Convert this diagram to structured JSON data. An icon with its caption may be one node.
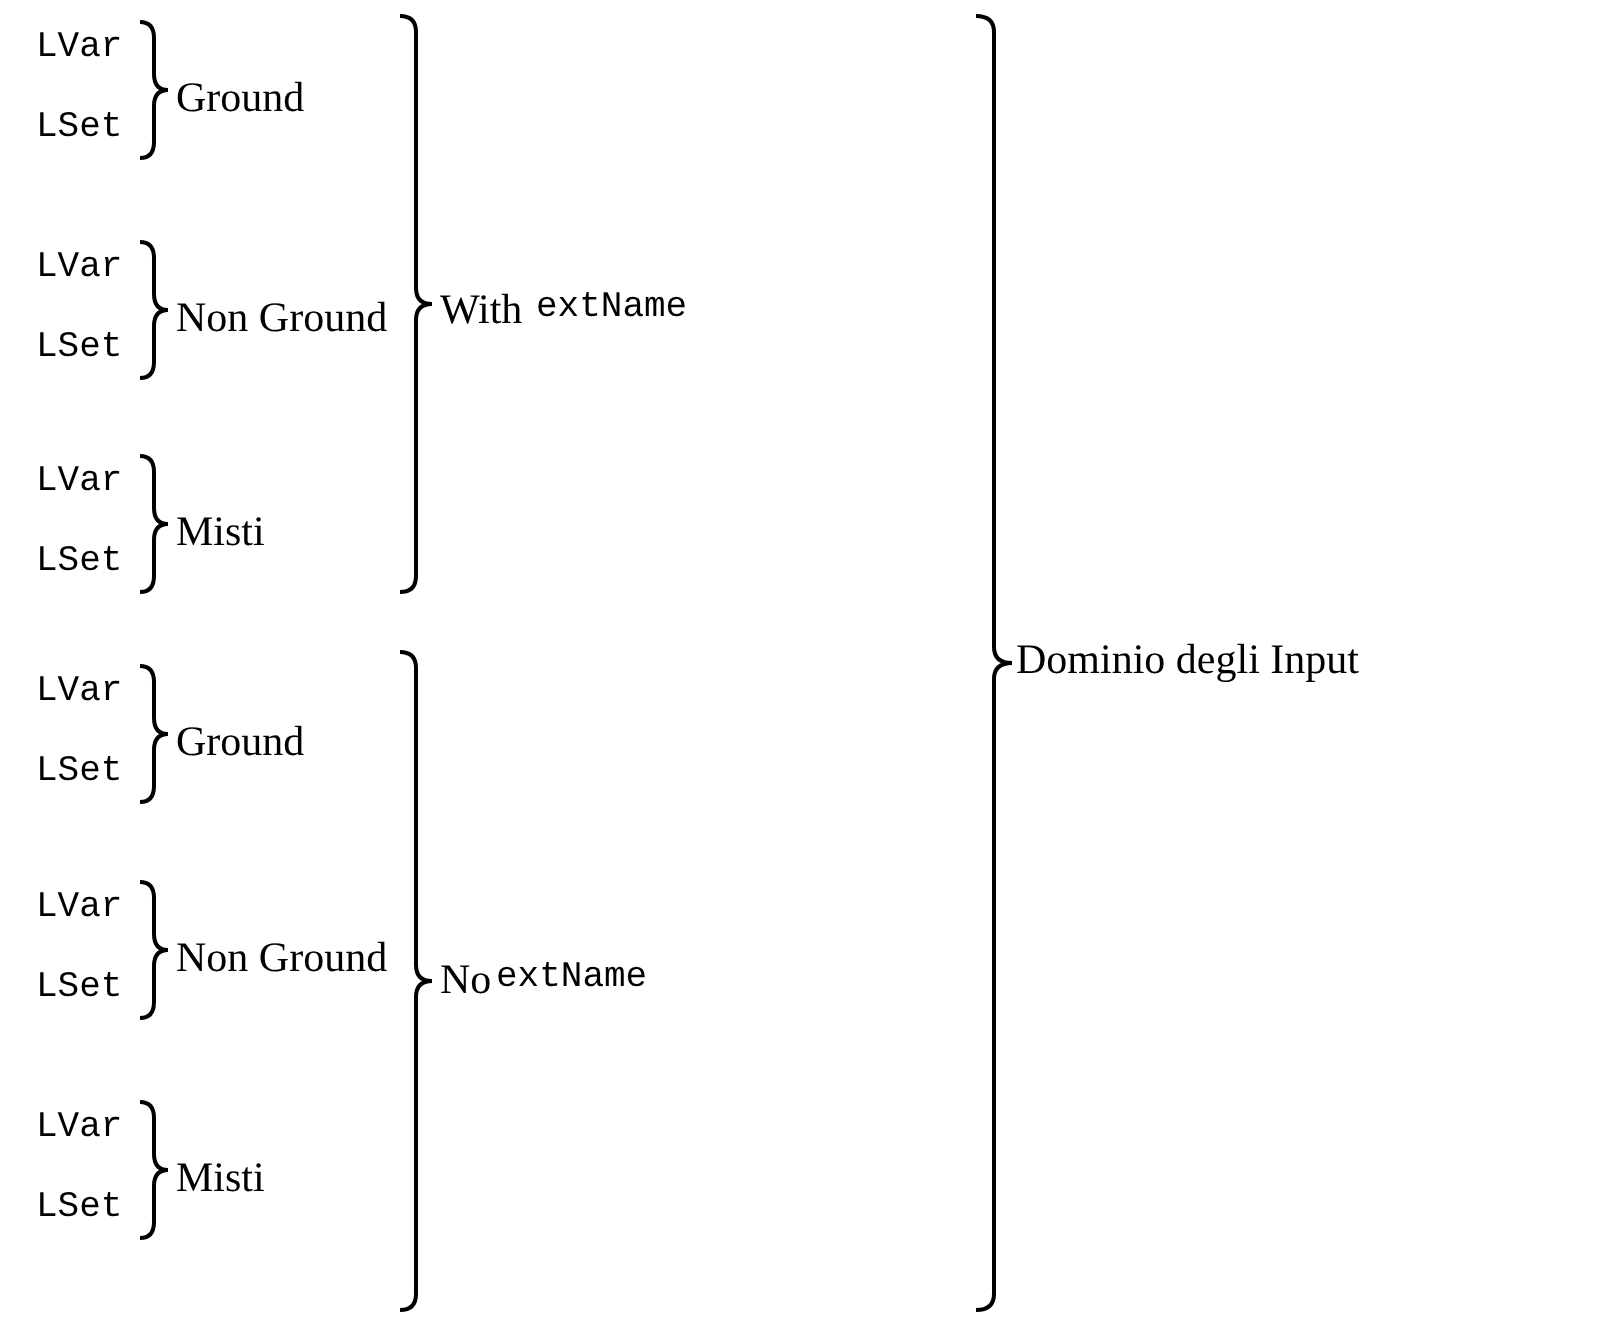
{
  "diagram": {
    "labels": [
      "LVar",
      "LSet",
      "Ground",
      "LVar",
      "LSet",
      "Non Ground",
      "LVar",
      "LSet",
      "Misti",
      "With",
      "extName",
      "LVar",
      "LSet",
      "Ground",
      "LVar",
      "LSet",
      "Non Ground",
      "LVar",
      "LSet",
      "Misti",
      "No",
      "extName",
      "Dominio degli Input"
    ]
  }
}
